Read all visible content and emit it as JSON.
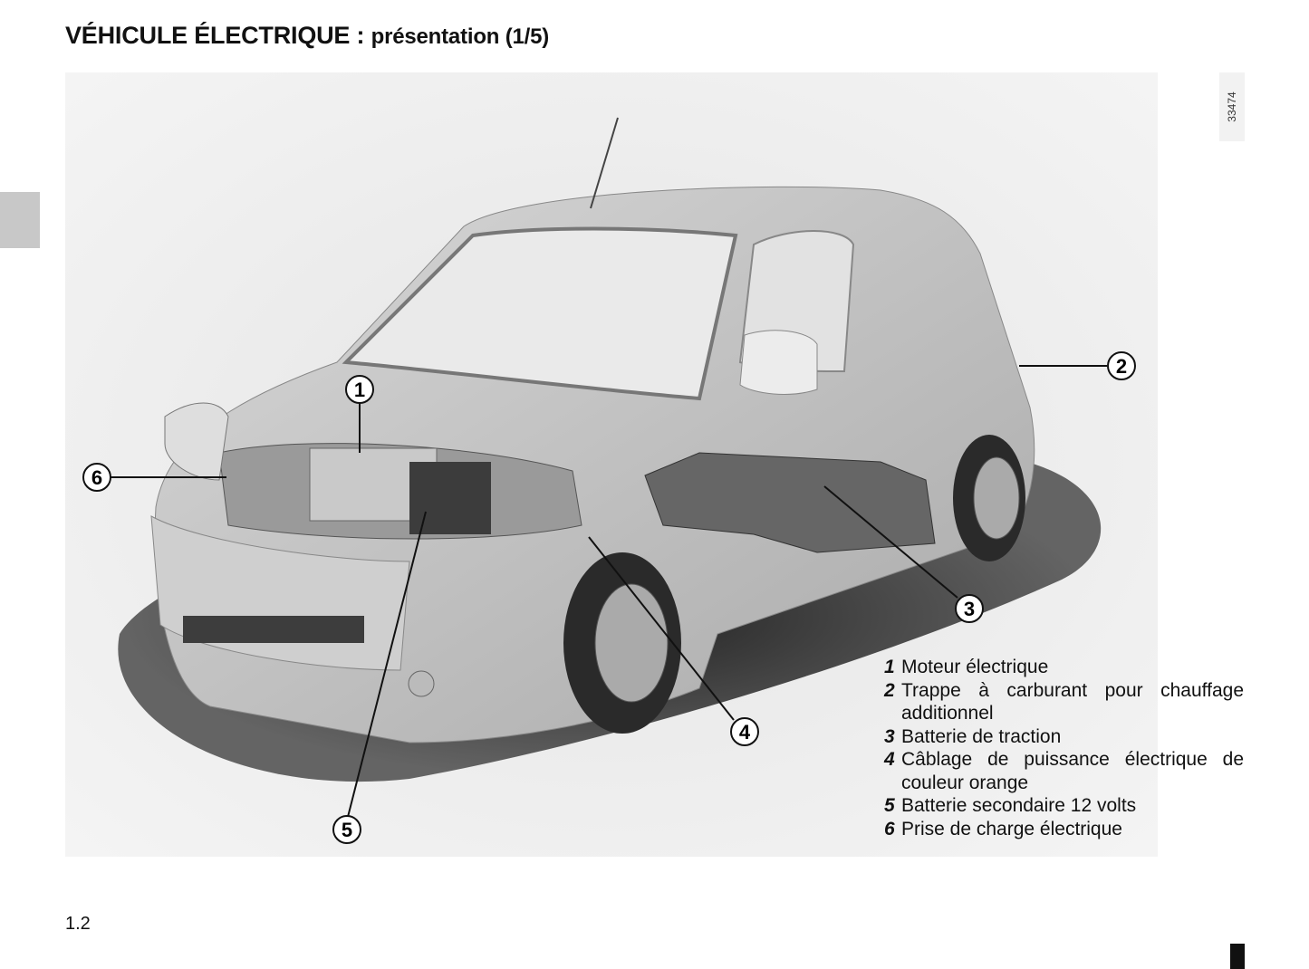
{
  "title": {
    "main": "VÉHICULE ÉLECTRIQUE :",
    "sub": "présentation (1/5)"
  },
  "figure": {
    "image_number": "33474",
    "callouts": [
      "1",
      "2",
      "3",
      "4",
      "5",
      "6"
    ]
  },
  "legend": [
    {
      "num": "1",
      "text": "Moteur électrique"
    },
    {
      "num": "2",
      "text": "Trappe à carburant pour chauffage additionnel"
    },
    {
      "num": "3",
      "text": "Batterie de traction"
    },
    {
      "num": "4",
      "text": "Câblage de puissance électrique de couleur orange"
    },
    {
      "num": "5",
      "text": "Batterie secondaire 12 volts"
    },
    {
      "num": "6",
      "text": "Prise de charge électrique"
    }
  ],
  "page_number": "1.2"
}
